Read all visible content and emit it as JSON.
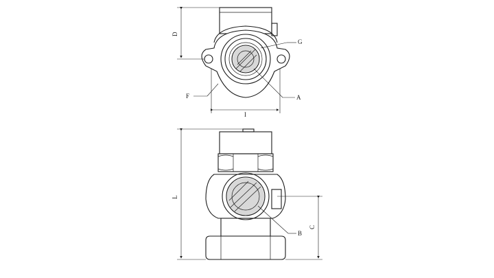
{
  "labels": {
    "d": "D",
    "g": "G",
    "f": "F",
    "a": "A",
    "i": "I",
    "l": "L",
    "b": "B",
    "c": "C"
  }
}
